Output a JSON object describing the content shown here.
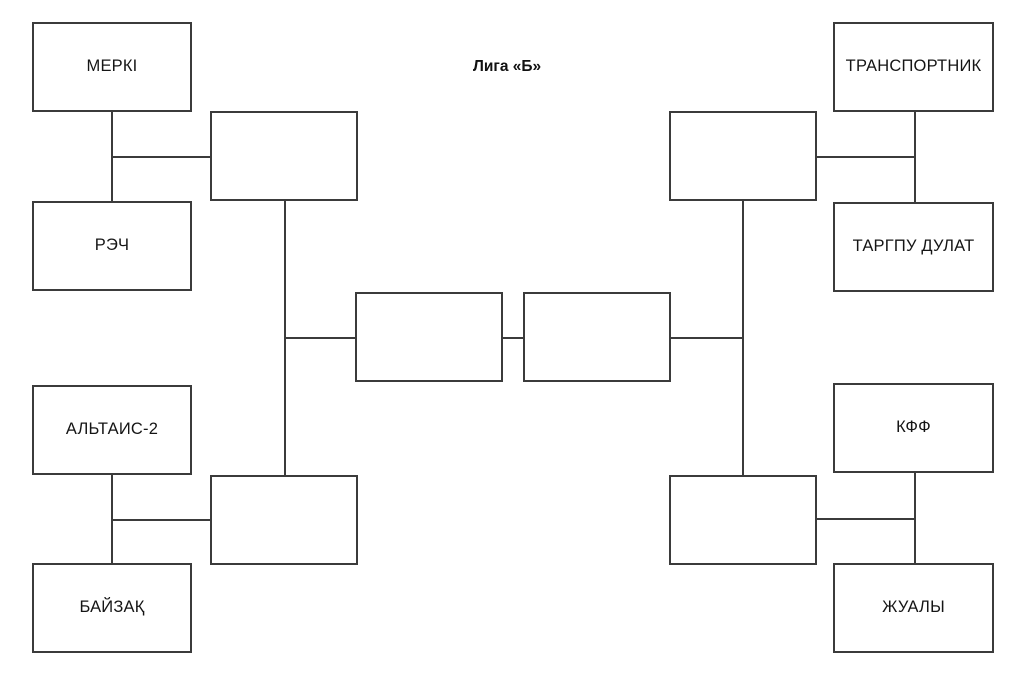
{
  "title": "Лига «Б»",
  "bracket": {
    "type": "single-elimination",
    "rounds": [
      {
        "name": "quarterfinal-teams",
        "teams": [
          "МЕРКІ",
          "РЭЧ",
          "АЛЬТАИС-2",
          "БАЙЗАҚ",
          "ТРАНСПОРТНИК",
          "ТАРГПУ ДУЛАТ",
          "КФФ",
          "ЖУАЛЫ"
        ]
      },
      {
        "name": "semifinal",
        "slots": [
          "",
          "",
          "",
          ""
        ]
      },
      {
        "name": "final",
        "slots": [
          "",
          ""
        ]
      }
    ]
  },
  "nodes": {
    "team_top_left_1": "МЕРКІ",
    "team_top_left_2": "РЭЧ",
    "team_bottom_left_1": "АЛЬТАИС-2",
    "team_bottom_left_2": "БАЙЗАҚ",
    "team_top_right_1": "ТРАНСПОРТНИК",
    "team_top_right_2": "ТАРГПУ ДУЛАТ",
    "team_bottom_right_1": "КФФ",
    "team_bottom_right_2": "ЖУАЛЫ",
    "semifinal_top_left": "",
    "semifinal_bottom_left": "",
    "semifinal_top_right": "",
    "semifinal_bottom_right": "",
    "final_left": "",
    "final_right": ""
  },
  "colors": {
    "border": "#3b3b3b",
    "text": "#151515",
    "background": "#ffffff"
  }
}
